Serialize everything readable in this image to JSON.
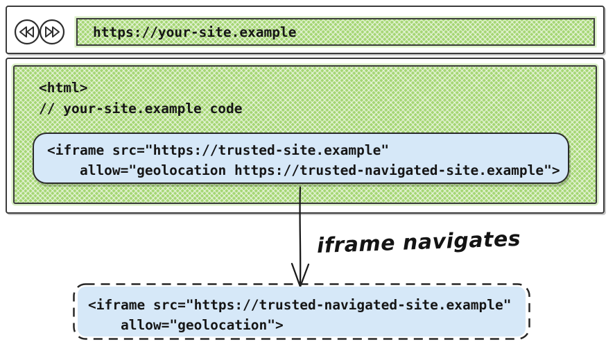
{
  "browser": {
    "url": "https://your-site.example"
  },
  "page": {
    "code_lines": [
      "<html>",
      "// your-site.example code"
    ]
  },
  "embedded_iframe": {
    "code_lines": [
      "<iframe src=\"https://trusted-site.example\"",
      "    allow=\"geolocation https://trusted-navigated-site.example\">"
    ]
  },
  "arrow": {
    "label": "iframe navigates"
  },
  "navigated_iframe": {
    "code_lines": [
      "<iframe src=\"https://trusted-navigated-site.example\"",
      "    allow=\"geolocation\">"
    ]
  },
  "icons": {
    "back": "rewind-icon",
    "forward": "fast-forward-icon"
  },
  "colors": {
    "hatch_green": "#a5d674",
    "code_box_blue": "#d6e8f8",
    "ink": "#2b2b2b"
  }
}
